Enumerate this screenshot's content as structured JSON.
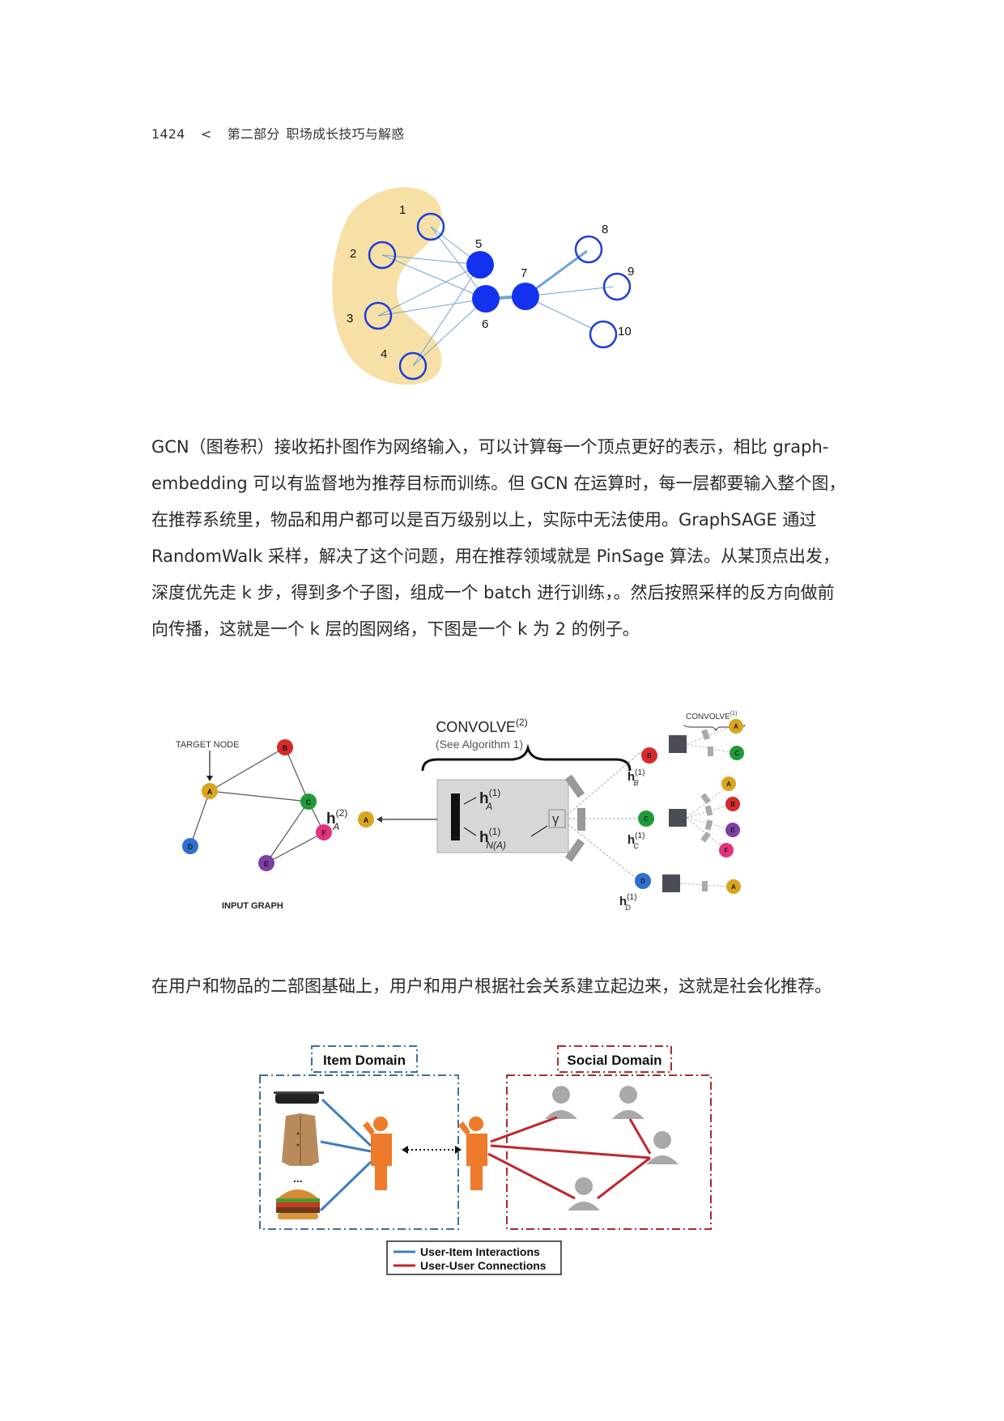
{
  "header": {
    "page_number": "1424",
    "separator": "<",
    "part": "第二部分",
    "chapter": "职场成长技巧与解惑"
  },
  "figure1": {
    "nodes": [
      "1",
      "2",
      "3",
      "4",
      "5",
      "6",
      "7",
      "8",
      "9",
      "10"
    ]
  },
  "paragraph1": {
    "lines": [
      "GCN（图卷积）接收拓扑图作为网络输入，可以计算每一个顶点更好的表示，相比 graph-",
      "embedding 可以有监督地为推荐目标而训练。但 GCN 在运算时，每一层都要输入整个图，",
      "在推荐系统里，物品和用户都可以是百万级别以上，实际中无法使用。GraphSAGE 通过",
      "RandomWalk 采样，解决了这个问题，用在推荐领域就是 PinSage 算法。从某顶点出发，",
      "深度优先走 k 步，得到多个子图，组成一个 batch 进行训练，。然后按照采样的反方向做前",
      "向传播，这就是一个 k 层的图网络，下图是一个 k 为 2 的例子。"
    ]
  },
  "figure2": {
    "target_node_label": "TARGET NODE",
    "input_graph_label": "INPUT GRAPH",
    "convolve2_title": "CONVOLVE",
    "convolve2_sup": "(2)",
    "see_algorithm": "(See Algorithm 1)",
    "convolve1_title": "CONVOLVE",
    "convolve1_sup": "(1)",
    "gamma": "γ",
    "nodes": {
      "A": "A",
      "B": "B",
      "C": "C",
      "D": "D",
      "E": "E",
      "F": "F"
    },
    "colors": {
      "A": "#d9a520",
      "B": "#d62a2a",
      "C": "#1f9a3a",
      "D": "#2f6fd0",
      "E": "#7b3fa6",
      "F": "#e6317c"
    },
    "h_labels": {
      "hA2": "h",
      "hA1": "h",
      "hNA1": "h",
      "hB": "h",
      "hC": "h",
      "hD": "h"
    },
    "h_sups": {
      "hA2": "(2)",
      "hA1": "(1)",
      "hNA1": "(1)",
      "hB": "(1)",
      "hC": "(1)",
      "hD": "(1)"
    },
    "h_subs": {
      "hA2": "A",
      "hA1": "A",
      "hNA1": "N(A)",
      "hB": "B",
      "hC": "C",
      "hD": "D"
    }
  },
  "paragraph2": {
    "text": "在用户和物品的二部图基础上，用户和用户根据社会关系建立起边来，这就是社会化推荐。"
  },
  "figure3": {
    "item_domain": "Item Domain",
    "social_domain": "Social Domain",
    "ellipsis": "...",
    "legend": [
      {
        "label": "User-Item Interactions",
        "color": "#3f7fbf"
      },
      {
        "label": "User-User Connections",
        "color": "#c0262c"
      }
    ]
  }
}
